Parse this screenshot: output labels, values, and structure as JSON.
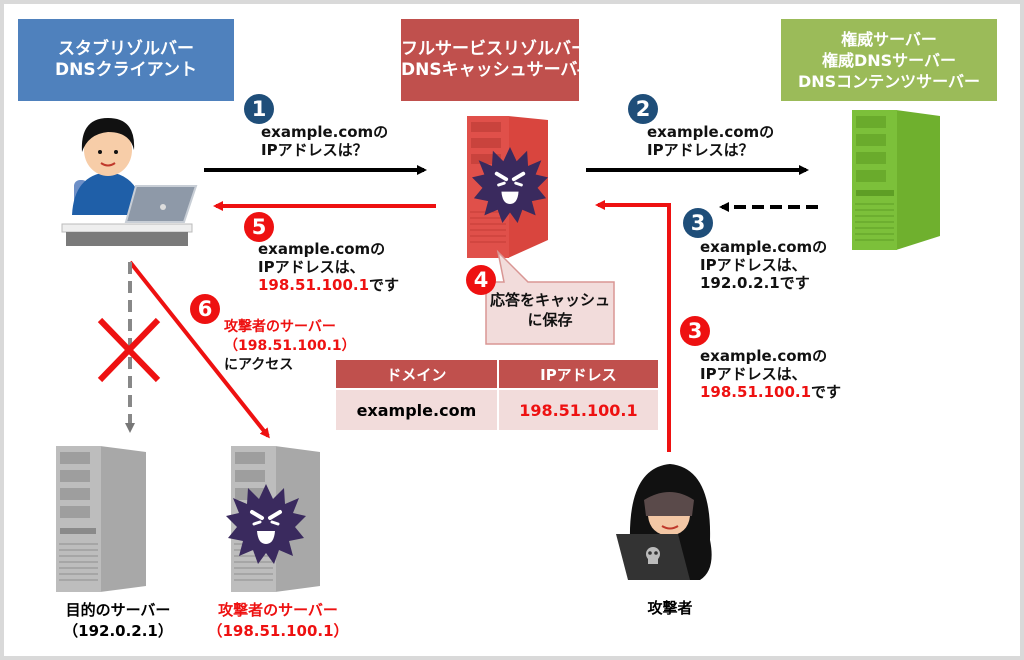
{
  "boxes": {
    "stub": {
      "line1": "スタブリゾルバー",
      "line2": "DNSクライアント",
      "color": "#4f81bd"
    },
    "full": {
      "line1": "フルサービスリゾルバー",
      "line2": "DNSキャッシュサーバ―",
      "color": "#c0504d"
    },
    "auth": {
      "line1": "権威サーバー",
      "line2": "権威DNSサーバー",
      "line3": "DNSコンテンツサーバー",
      "color": "#9bbb59"
    }
  },
  "steps": {
    "s1": {
      "num": "1",
      "line1": "example.comの",
      "line2": "IPアドレスは？"
    },
    "s2": {
      "num": "2",
      "line1": "example.comの",
      "line2": "IPアドレスは？"
    },
    "s3_legit": {
      "num": "3",
      "line1": "example.comの",
      "line2": "IPアドレスは、",
      "line3": "192.0.2.1です"
    },
    "s3_fake": {
      "num": "3",
      "line1": "example.comの",
      "line2": "IPアドレスは、",
      "ip": "198.51.100.1",
      "suffix": "です"
    },
    "s4": {
      "num": "4",
      "line1": "応答をキャッシュ",
      "line2": "に保存"
    },
    "s5": {
      "num": "5",
      "line1": "example.comの",
      "line2": "IPアドレスは、",
      "ip": "198.51.100.1",
      "suffix": "です"
    },
    "s6": {
      "num": "6",
      "line1": "攻撃者のサーバー",
      "line2": "（198.51.100.1）",
      "line3": "にアクセス"
    }
  },
  "cache_table": {
    "headers": [
      "ドメイン",
      "IPアドレス"
    ],
    "rows": [
      {
        "domain": "example.com",
        "ip": "198.51.100.1"
      }
    ]
  },
  "bottom": {
    "target_server": {
      "line1": "目的のサーバー",
      "line2": "（192.0.2.1）"
    },
    "attacker_server": {
      "line1": "攻撃者のサーバー",
      "line2": "（198.51.100.1）"
    },
    "attacker": {
      "label": "攻撃者"
    }
  },
  "colors": {
    "accent_red": "#ee1111",
    "step_blue": "#1f4e79",
    "red_server": "#e0504a",
    "green_server": "#7cc03a",
    "virus": "#3a2a5e"
  }
}
